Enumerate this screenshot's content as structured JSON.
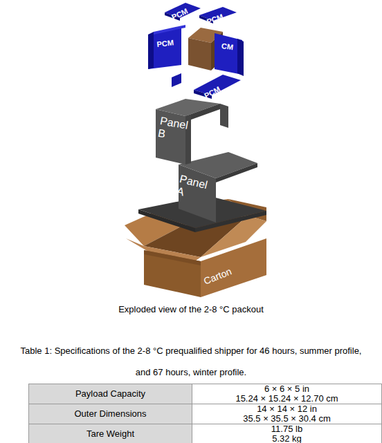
{
  "diagram": {
    "caption": "Exploded view of the 2-8 °C packout",
    "labels": [
      "PCM",
      "PCM",
      "PCM",
      "CM",
      "PCM",
      "Panel B",
      "Panel A",
      "Carton",
      "Table 1: Specifications of the 2-8 °C prequalified shipper for 46 hours, summer profile, and 67 hours, winter profile.",
      "Payload Capacity",
      "6 × 6 × 5 in",
      "15.24 × 15.24 × 12.70 cm",
      "Outer Dimensions",
      "14 × 14 × 12 in",
      "35.5 × 35.5 × 30.4 cm",
      "Tare Weight",
      "11.75 lb",
      "5.32 kg"
    ]
  }
}
